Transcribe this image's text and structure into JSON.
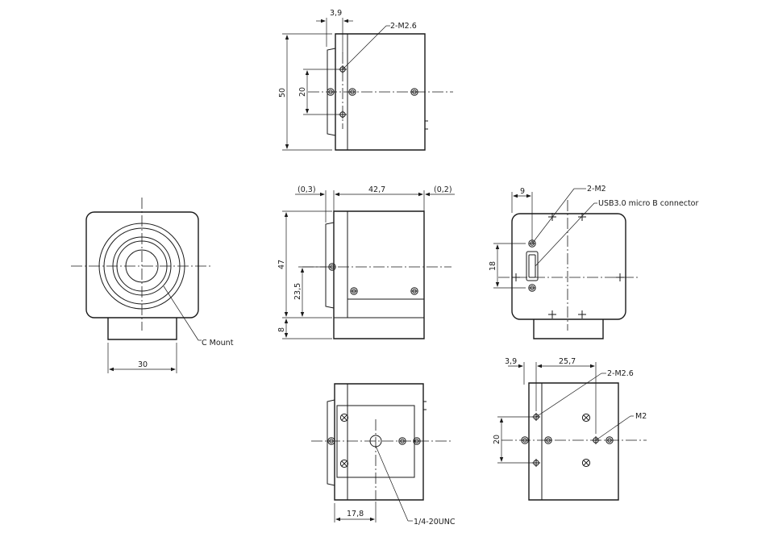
{
  "top_view": {
    "dim_offset": "3,9",
    "hole_callout": "2-M2.6",
    "dim_height": "50",
    "dim_pitch": "20"
  },
  "side_view": {
    "dim_front_gap": "(0,3)",
    "dim_length": "42,7",
    "dim_rear_gap": "(0,2)",
    "dim_height": "47",
    "dim_center": "23,5",
    "dim_base": "8"
  },
  "front_view": {
    "mount_label": "C Mount",
    "dim_width": "30"
  },
  "rear_view": {
    "dim_offset": "9",
    "hole_callout": "2-M2",
    "connector_label": "USB3.0 micro B connector",
    "dim_connector": "18"
  },
  "bottom_view": {
    "dim_offset": "17,8",
    "tripod_label": "1/4-20UNC"
  },
  "right_view": {
    "dim_offset": "3,9",
    "dim_pitch_h": "25,7",
    "hole_callout": "2-M2.6",
    "hole_callout_small": "M2",
    "dim_pitch": "20"
  }
}
